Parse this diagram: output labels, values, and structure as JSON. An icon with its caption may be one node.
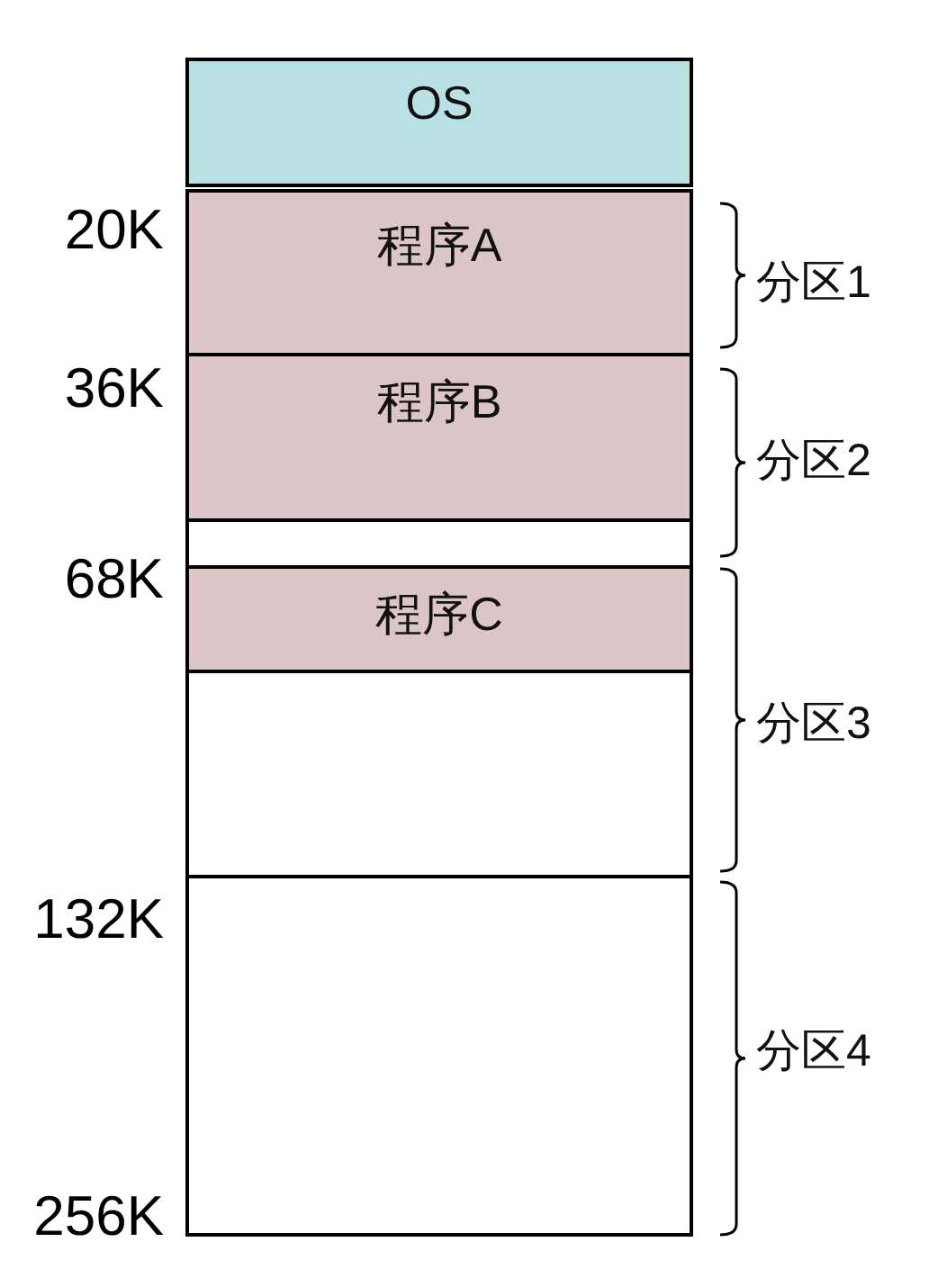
{
  "diagram": {
    "nodes": [
      {
        "text": [
          "OS"
        ]
      },
      {
        "text": [
          "程序A"
        ]
      },
      {
        "text": [
          "程序B"
        ]
      },
      {
        "text": [],
        "shape": "box"
      },
      {
        "text": [
          "程序C"
        ]
      },
      {
        "text": [],
        "shape": "box"
      },
      {
        "text": [],
        "shape": "box"
      }
    ],
    "labels": [
      "20K",
      "分区1",
      "36K",
      "分区2",
      "68K",
      "分区3",
      "132K",
      "分区4",
      "256K"
    ]
  }
}
